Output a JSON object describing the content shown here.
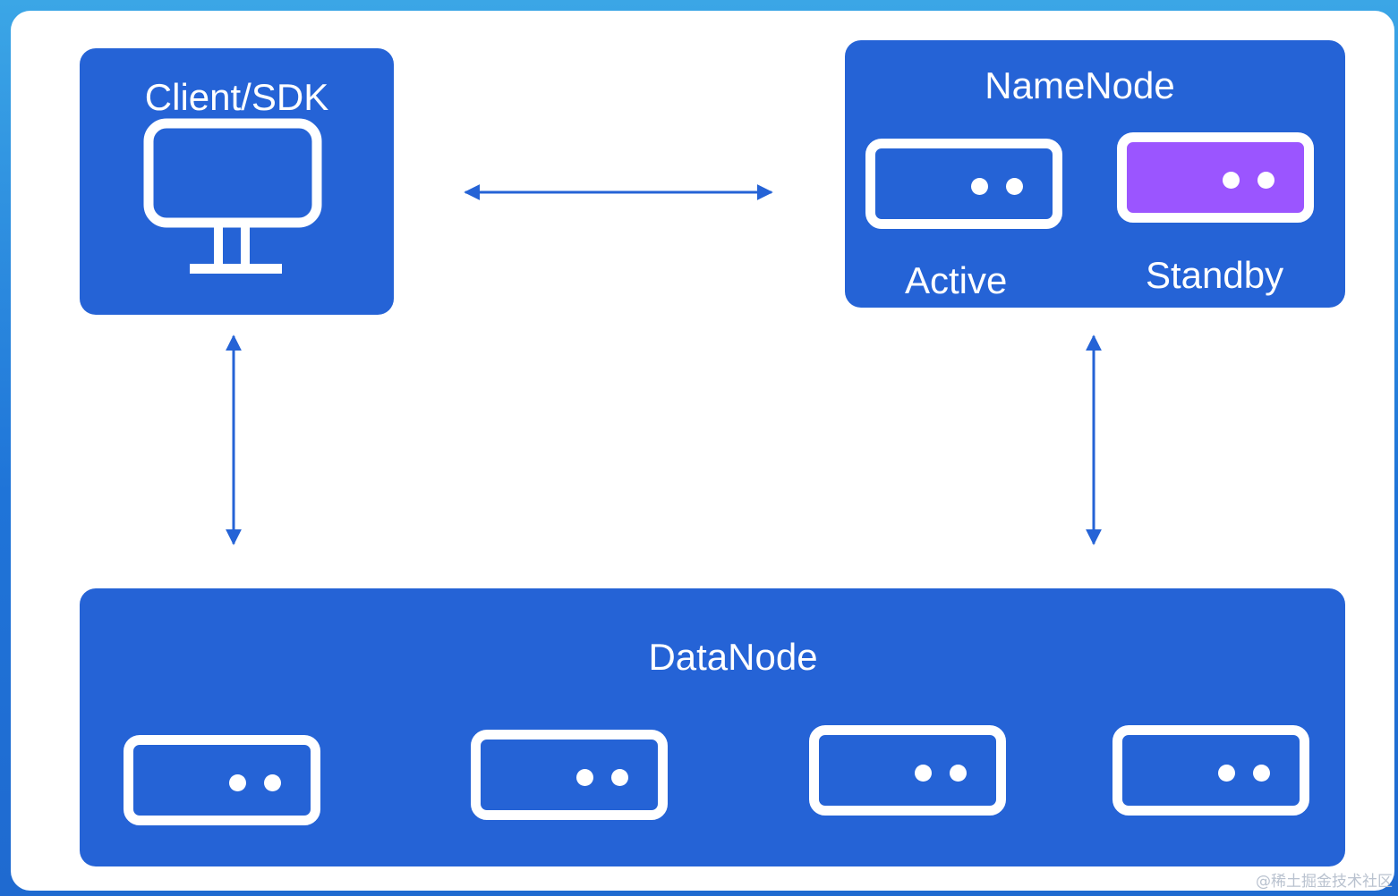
{
  "client": {
    "title": "Client/SDK",
    "icon": "monitor-icon"
  },
  "namenode": {
    "title": "NameNode",
    "active_label": "Active",
    "standby_label": "Standby",
    "standby_color": "#9b55ff"
  },
  "datanode": {
    "title": "DataNode",
    "server_count": 4
  },
  "colors": {
    "box": "#2563d6",
    "arrow": "#2563d6",
    "background": "#ffffff"
  },
  "watermark": "@稀土掘金技术社区"
}
